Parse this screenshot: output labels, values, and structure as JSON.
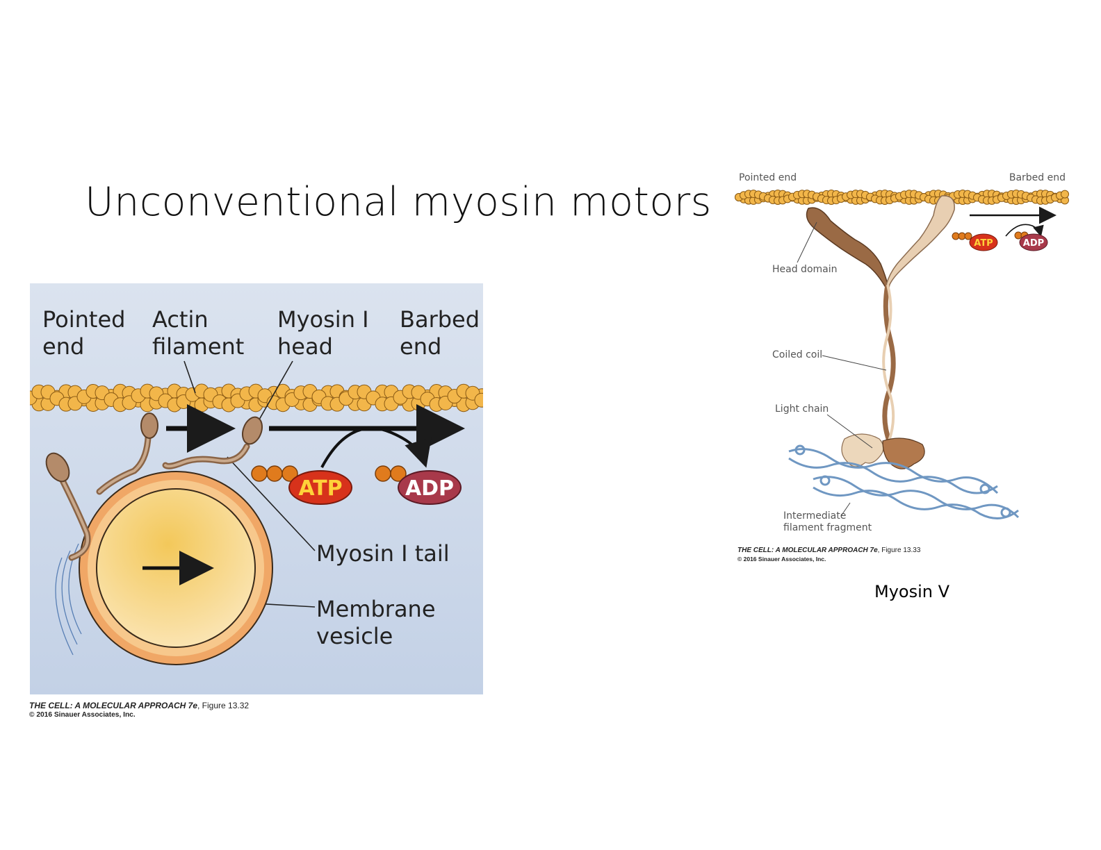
{
  "slide": {
    "title": "Unconventional myosin motors",
    "caption_right": "Myosin V"
  },
  "left_figure": {
    "labels": {
      "pointed_end": [
        "Pointed",
        "end"
      ],
      "actin_filament": [
        "Actin",
        "filament"
      ],
      "myosin_head": [
        "Myosin I",
        "head"
      ],
      "barbed_end": [
        "Barbed",
        "end"
      ],
      "myosin_tail": "Myosin I tail",
      "membrane_vesicle": [
        "Membrane",
        "vesicle"
      ],
      "atp": "ATP",
      "adp": "ADP"
    },
    "credit": {
      "ref": "THE CELL: A MOLECULAR APPROACH 7e",
      "figure": ", Figure 13.32",
      "copyright": "© 2016 Sinauer Associates, Inc."
    },
    "colors": {
      "background": "#c9d6e8",
      "actin": "#f2b64a",
      "myosin": "#b08462",
      "vesicle_fill": "#f7cf6e",
      "atp_fill": "#d7321b",
      "adp_fill": "#a8394a"
    }
  },
  "right_figure": {
    "labels": {
      "pointed_end": "Pointed end",
      "barbed_end": "Barbed end",
      "head_domain": "Head domain",
      "coiled_coil": "Coiled coil",
      "light_chain": "Light chain",
      "intermediate_filament": [
        "Intermediate",
        "filament fragment"
      ],
      "atp": "ATP",
      "adp": "ADP"
    },
    "credit": {
      "ref": "THE CELL: A MOLECULAR APPROACH 7e",
      "figure": ", Figure 13.33",
      "copyright": "© 2016 Sinauer Associates, Inc."
    }
  }
}
